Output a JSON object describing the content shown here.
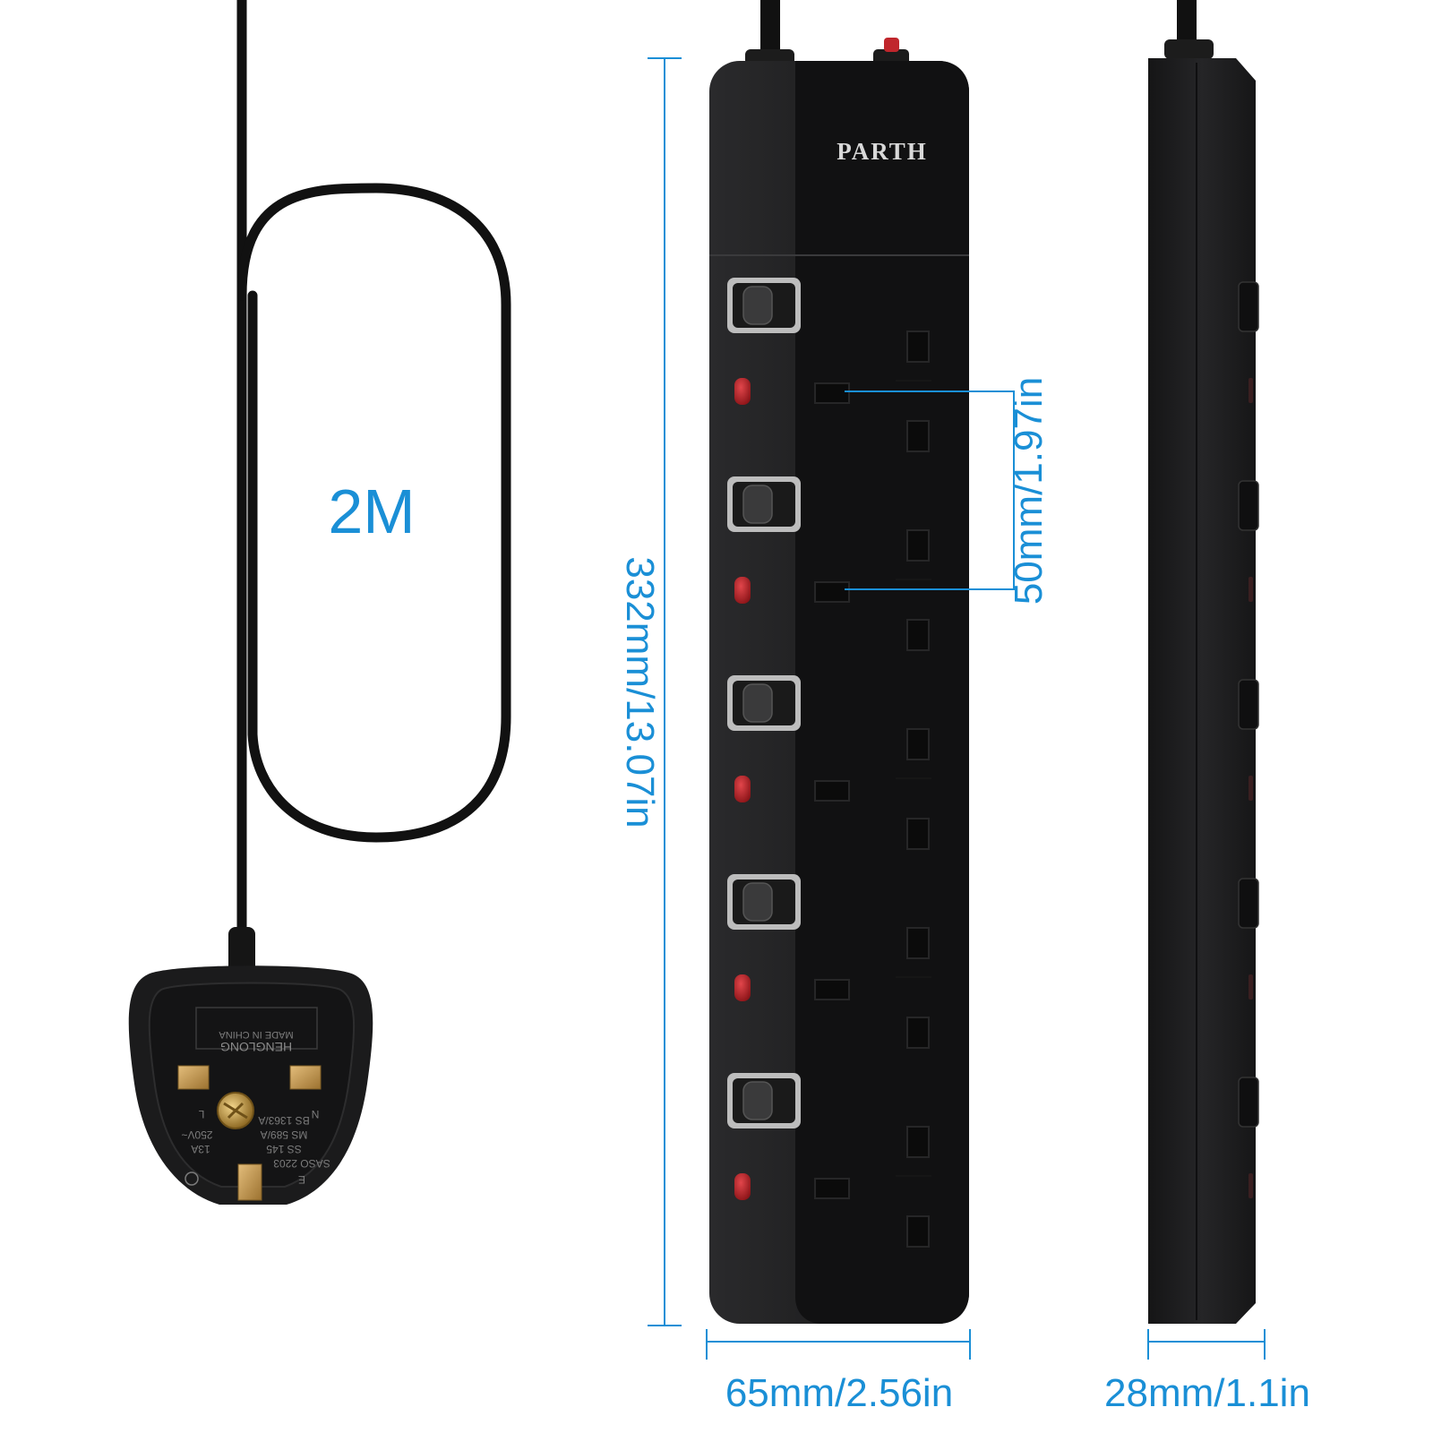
{
  "colors": {
    "dimension": "#1a8fd6",
    "body": "#1c1c1d",
    "panel": "#111112",
    "indicator": "#c0262c",
    "pin": "#c9a063"
  },
  "cable": {
    "length_label": "2M"
  },
  "dimensions": {
    "length": "332mm/13.07in",
    "socket_spacing": "50mm/1.97in",
    "width": "65mm/2.56in",
    "depth": "28mm/1.1in"
  },
  "product": {
    "brand": "PARTH",
    "gang_count": 5
  },
  "plug": {
    "maker": "HENGLONG",
    "origin": "MADE IN CHINA",
    "pin_labels": [
      "L",
      "N",
      "E"
    ],
    "ratings": [
      "13A",
      "250V~"
    ],
    "standards": [
      "BS 1363/A",
      "MS 589/A",
      "SS 145",
      "SASO 2203"
    ]
  }
}
